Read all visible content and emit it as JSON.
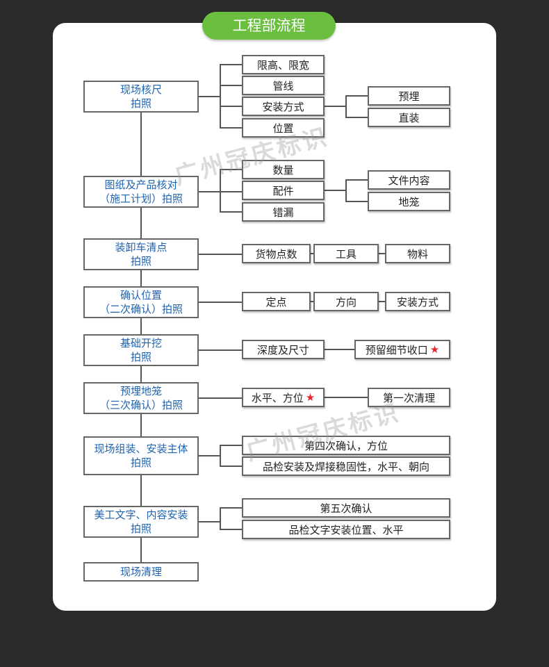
{
  "title": "工程部流程",
  "watermark": "广州冠庆标识",
  "nodes": [
    {
      "id": "s1",
      "type": "left",
      "lines": [
        "现场核尺",
        "拍照"
      ]
    },
    {
      "id": "s2",
      "type": "left",
      "lines": [
        "图纸及产品核对",
        "（施工计划）拍照"
      ]
    },
    {
      "id": "s3",
      "type": "left",
      "lines": [
        "装卸车清点",
        "拍照"
      ]
    },
    {
      "id": "s4",
      "type": "left",
      "lines": [
        "确认位置",
        "（二次确认）拍照"
      ]
    },
    {
      "id": "s5",
      "type": "left",
      "lines": [
        "基础开挖",
        "拍照"
      ]
    },
    {
      "id": "s6",
      "type": "left",
      "lines": [
        "预埋地笼",
        "（三次确认）拍照"
      ]
    },
    {
      "id": "s7",
      "type": "left",
      "lines": [
        "现场组装、安装主体",
        "拍照"
      ]
    },
    {
      "id": "s8",
      "type": "left",
      "lines": [
        "美工文字、内容安装",
        "拍照"
      ]
    },
    {
      "id": "s9",
      "type": "left",
      "lines": [
        "现场清理"
      ]
    },
    {
      "id": "a1",
      "type": "right",
      "label": "限高、限宽"
    },
    {
      "id": "a2",
      "type": "right",
      "label": "管线"
    },
    {
      "id": "a3",
      "type": "right",
      "label": "安装方式"
    },
    {
      "id": "a4",
      "type": "right",
      "label": "位置"
    },
    {
      "id": "a5",
      "type": "right",
      "label": "预埋"
    },
    {
      "id": "a6",
      "type": "right",
      "label": "直装"
    },
    {
      "id": "b1",
      "type": "right",
      "label": "数量"
    },
    {
      "id": "b2",
      "type": "right",
      "label": "配件"
    },
    {
      "id": "b3",
      "type": "right",
      "label": "错漏"
    },
    {
      "id": "b4",
      "type": "right",
      "label": "文件内容"
    },
    {
      "id": "b5",
      "type": "right",
      "label": "地笼"
    },
    {
      "id": "c1",
      "type": "right",
      "label": "货物点数"
    },
    {
      "id": "c2",
      "type": "right",
      "label": "工具"
    },
    {
      "id": "c3",
      "type": "right",
      "label": "物料"
    },
    {
      "id": "d1",
      "type": "right",
      "label": "定点"
    },
    {
      "id": "d2",
      "type": "right",
      "label": "方向"
    },
    {
      "id": "d3",
      "type": "right",
      "label": "安装方式"
    },
    {
      "id": "e1",
      "type": "right",
      "label": "深度及尺寸"
    },
    {
      "id": "e2",
      "type": "right",
      "label": "预留细节收口",
      "star": "★"
    },
    {
      "id": "f1",
      "type": "right",
      "label": "水平、方位",
      "star": "★"
    },
    {
      "id": "f2",
      "type": "right",
      "label": "第一次清理"
    },
    {
      "id": "g1",
      "type": "right",
      "label": "第四次确认，方位"
    },
    {
      "id": "g2",
      "type": "right",
      "label": "品检安装及焊接稳固性，水平、朝向"
    },
    {
      "id": "h1",
      "type": "right",
      "label": "第五次确认"
    },
    {
      "id": "h2",
      "type": "right",
      "label": "品检文字安装位置、水平"
    }
  ],
  "edges": [
    [
      "s1",
      "s2"
    ],
    [
      "s2",
      "s3"
    ],
    [
      "s3",
      "s4"
    ],
    [
      "s4",
      "s5"
    ],
    [
      "s5",
      "s6"
    ],
    [
      "s6",
      "s7"
    ],
    [
      "s7",
      "s8"
    ],
    [
      "s8",
      "s9"
    ],
    [
      "s1",
      "a1"
    ],
    [
      "s1",
      "a2"
    ],
    [
      "s1",
      "a3"
    ],
    [
      "s1",
      "a4"
    ],
    [
      "a3",
      "a5"
    ],
    [
      "a3",
      "a6"
    ],
    [
      "s2",
      "b1"
    ],
    [
      "s2",
      "b2"
    ],
    [
      "s2",
      "b3"
    ],
    [
      "b2",
      "b4"
    ],
    [
      "b2",
      "b5"
    ],
    [
      "s3",
      "c1"
    ],
    [
      "c1",
      "c2"
    ],
    [
      "c2",
      "c3"
    ],
    [
      "s4",
      "d1"
    ],
    [
      "d1",
      "d2"
    ],
    [
      "d2",
      "d3"
    ],
    [
      "s5",
      "e1"
    ],
    [
      "e1",
      "e2"
    ],
    [
      "s6",
      "f1"
    ],
    [
      "f1",
      "f2"
    ],
    [
      "s7",
      "g1"
    ],
    [
      "s7",
      "g2"
    ],
    [
      "s8",
      "h1"
    ],
    [
      "s8",
      "h2"
    ]
  ]
}
